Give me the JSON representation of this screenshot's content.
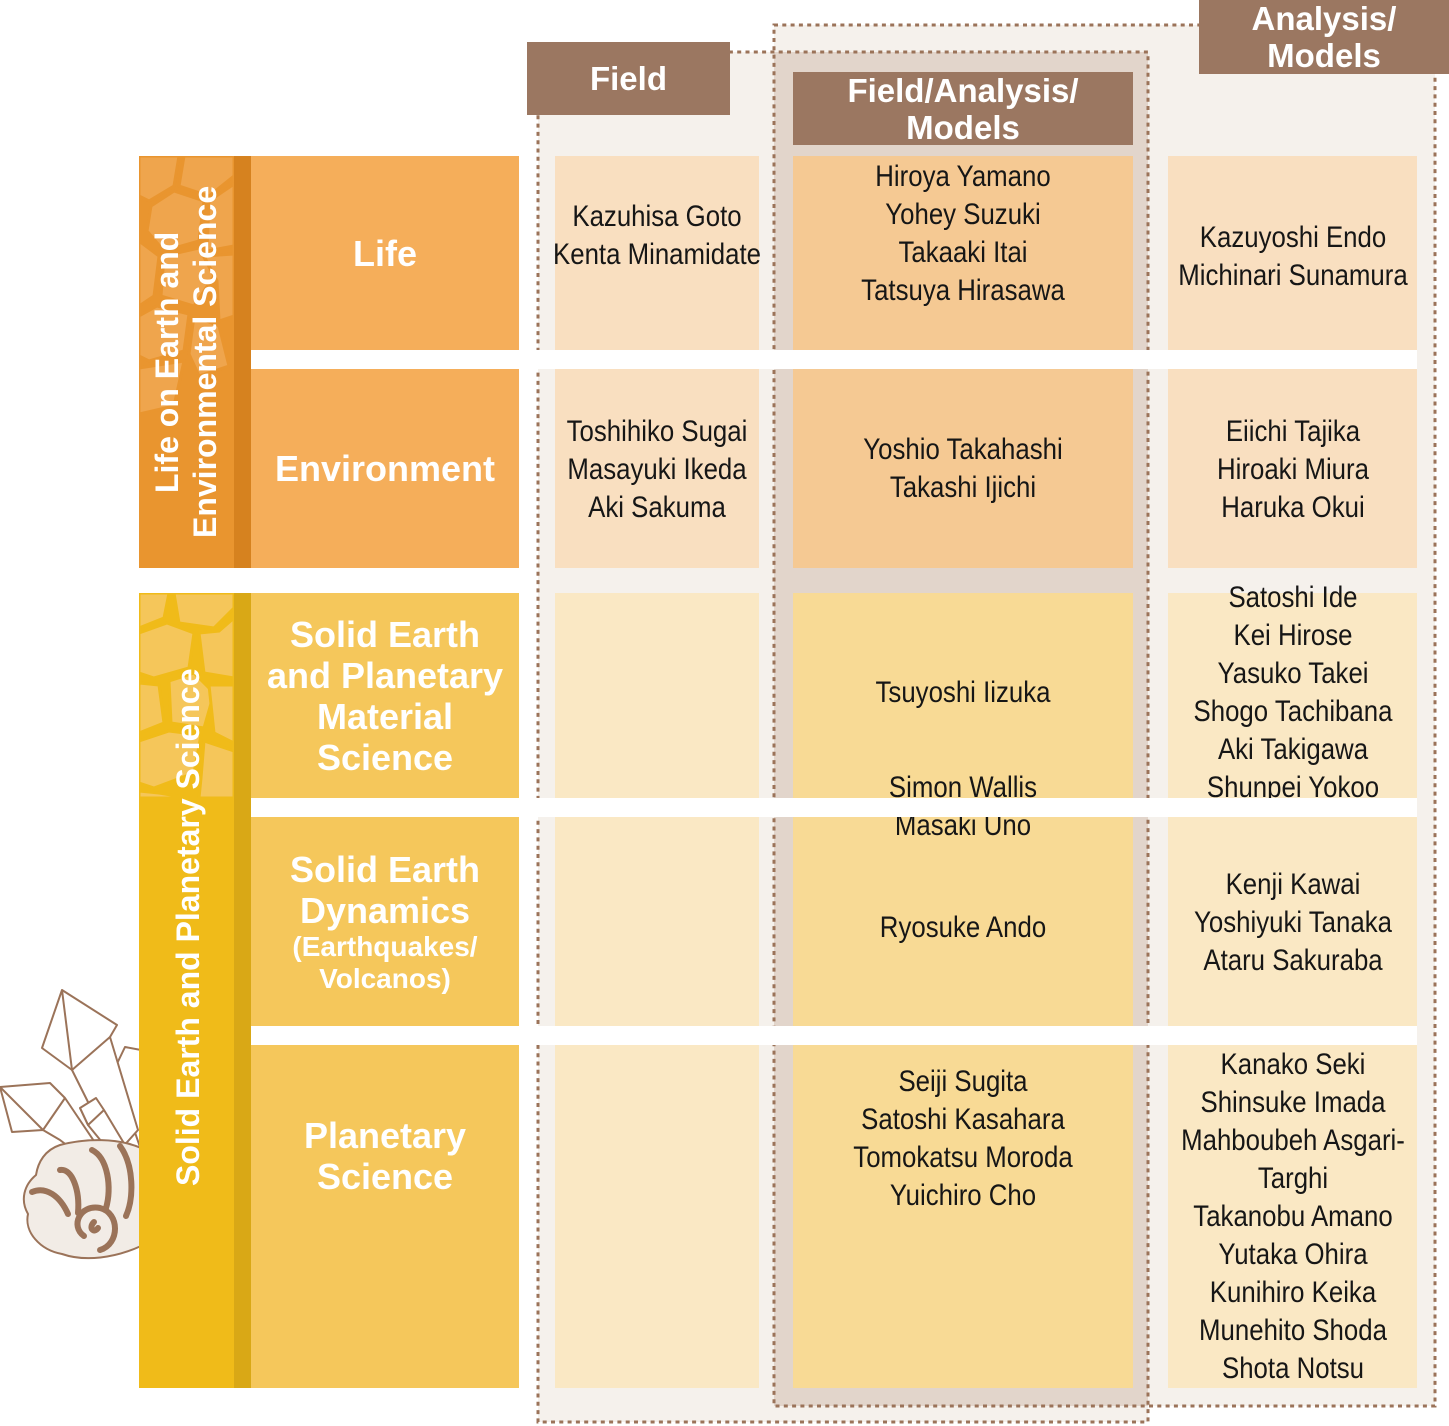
{
  "colors": {
    "header": "#9b7761",
    "dots": "#9b7359",
    "box-bg": "#f5f1ec",
    "overlap-bg": "#e2d5cb",
    "life-group": "#e9952f",
    "life-sub": "#f5ae5a",
    "life-cell": "#f9dfc0",
    "life-cell-mid": "#f5c993",
    "solid-group": "#f0bb19",
    "solid-sub": "#f5c75b",
    "solid-cell": "#fae8c4",
    "solid-cell-mid": "#f8da95"
  },
  "headers": {
    "field": [
      "Field"
    ],
    "field_analysis_models": [
      "Field/Analysis/",
      "Models"
    ],
    "analysis_models": [
      "Analysis/",
      "Models"
    ]
  },
  "groups": [
    {
      "label_lines": [
        "Life on Earth and",
        "Environmental Science"
      ],
      "rows": [
        {
          "label_lines": [
            "Life"
          ],
          "field": [
            "Kazuhisa Goto",
            "Kenta Minamidate"
          ],
          "field_analysis_models": [
            "Hiroya Yamano",
            "Yohey Suzuki",
            "Takaaki Itai",
            "Tatsuya Hirasawa"
          ],
          "analysis_models": [
            "Kazuyoshi Endo",
            "Michinari Sunamura"
          ]
        },
        {
          "label_lines": [
            "Environment"
          ],
          "field": [
            "Toshihiko Sugai",
            "Masayuki Ikeda",
            "Aki Sakuma"
          ],
          "field_analysis_models": [
            "Yoshio Takahashi",
            "Takashi Ijichi"
          ],
          "analysis_models": [
            "Eiichi Tajika",
            "Hiroaki Miura",
            "Haruka Okui"
          ]
        }
      ]
    },
    {
      "label_lines": [
        "Solid Earth and Planetary Science"
      ],
      "rows": [
        {
          "label_lines": [
            "Solid Earth",
            "and Planetary",
            "Material",
            "Science"
          ],
          "field": [],
          "field_analysis_models": [
            "Tsuyoshi Iizuka"
          ],
          "analysis_models": [
            "Satoshi Ide",
            "Kei Hirose",
            "Yasuko Takei",
            "Shogo Tachibana",
            "Aki Takigawa",
            "Shunpei Yokoo"
          ]
        },
        {
          "label_lines": [
            "Solid Earth",
            "Dynamics"
          ],
          "label_sub_lines": [
            "(Earthquakes/",
            "Volcanos)"
          ],
          "field": [],
          "field_analysis_models": [
            "Ryosuke Ando"
          ],
          "analysis_models": [
            "Kenji Kawai",
            "Yoshiyuki Tanaka",
            "Ataru Sakuraba"
          ]
        },
        {
          "label_lines": [
            "Planetary",
            "Science"
          ],
          "field": [],
          "field_analysis_models": [
            "Seiji Sugita",
            "Satoshi Kasahara",
            "Tomokatsu Moroda",
            "Yuichiro Cho"
          ],
          "analysis_models": [
            "Kanako Seki",
            "Shinsuke Imada",
            "Mahboubeh Asgari-Targhi",
            "Takanobu Amano",
            "Yutaka Ohira",
            "Kunihiro Keika",
            "Munehito Shoda",
            "Shota Notsu"
          ]
        }
      ],
      "field_analysis_models_shared_material_dynamics": [
        "Simon Wallis",
        "Masaki Uno"
      ]
    }
  ]
}
